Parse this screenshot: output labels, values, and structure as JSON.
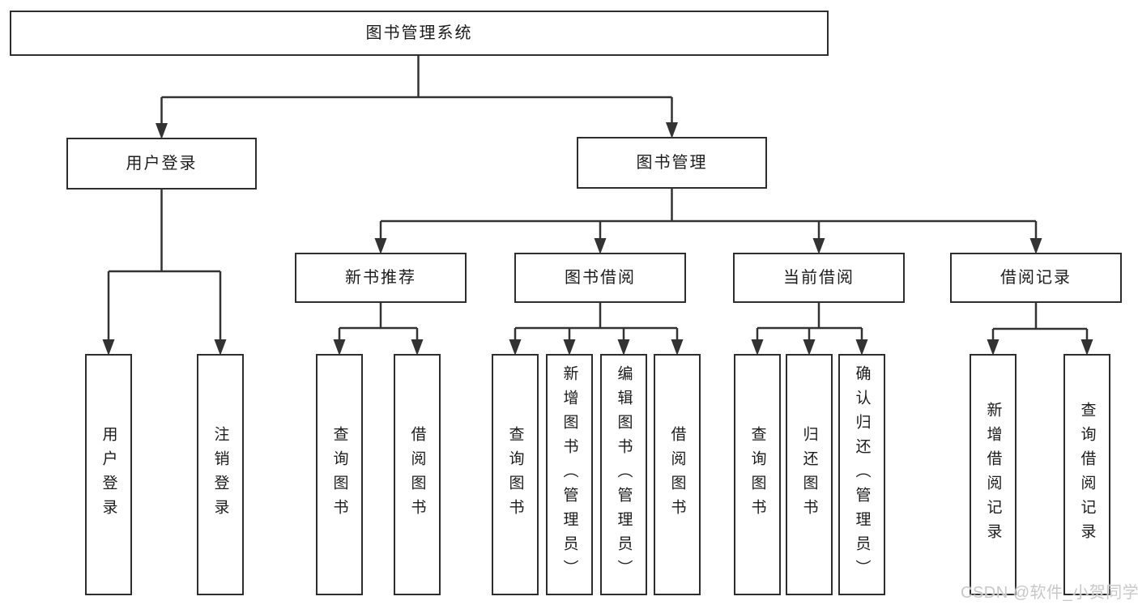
{
  "diagram": {
    "root": {
      "label": "图书管理系统"
    },
    "user_login": {
      "label": "用户登录",
      "leaves": [
        "用户登录",
        "注销登录"
      ]
    },
    "book_mgmt": {
      "label": "图书管理",
      "sections": [
        {
          "label": "新书推荐",
          "leaves": [
            "查询图书",
            "借阅图书"
          ]
        },
        {
          "label": "图书借阅",
          "leaves": [
            "查询图书",
            "新增图书（管理员）",
            "编辑图书（管理员）",
            "借阅图书"
          ]
        },
        {
          "label": "当前借阅",
          "leaves": [
            "查询图书",
            "归还图书",
            "确认归还（管理员）"
          ]
        },
        {
          "label": "借阅记录",
          "leaves": [
            "新增借阅记录",
            "查询借阅记录"
          ]
        }
      ]
    }
  },
  "watermark": "CSDN @软件_小贺同学",
  "colors": {
    "line": "#333333",
    "box_border": "#2e2e2e",
    "box_fill": "#ffffff",
    "text": "#1c1c1c",
    "watermark": "#c8c8c8",
    "background": "#ffffff"
  }
}
